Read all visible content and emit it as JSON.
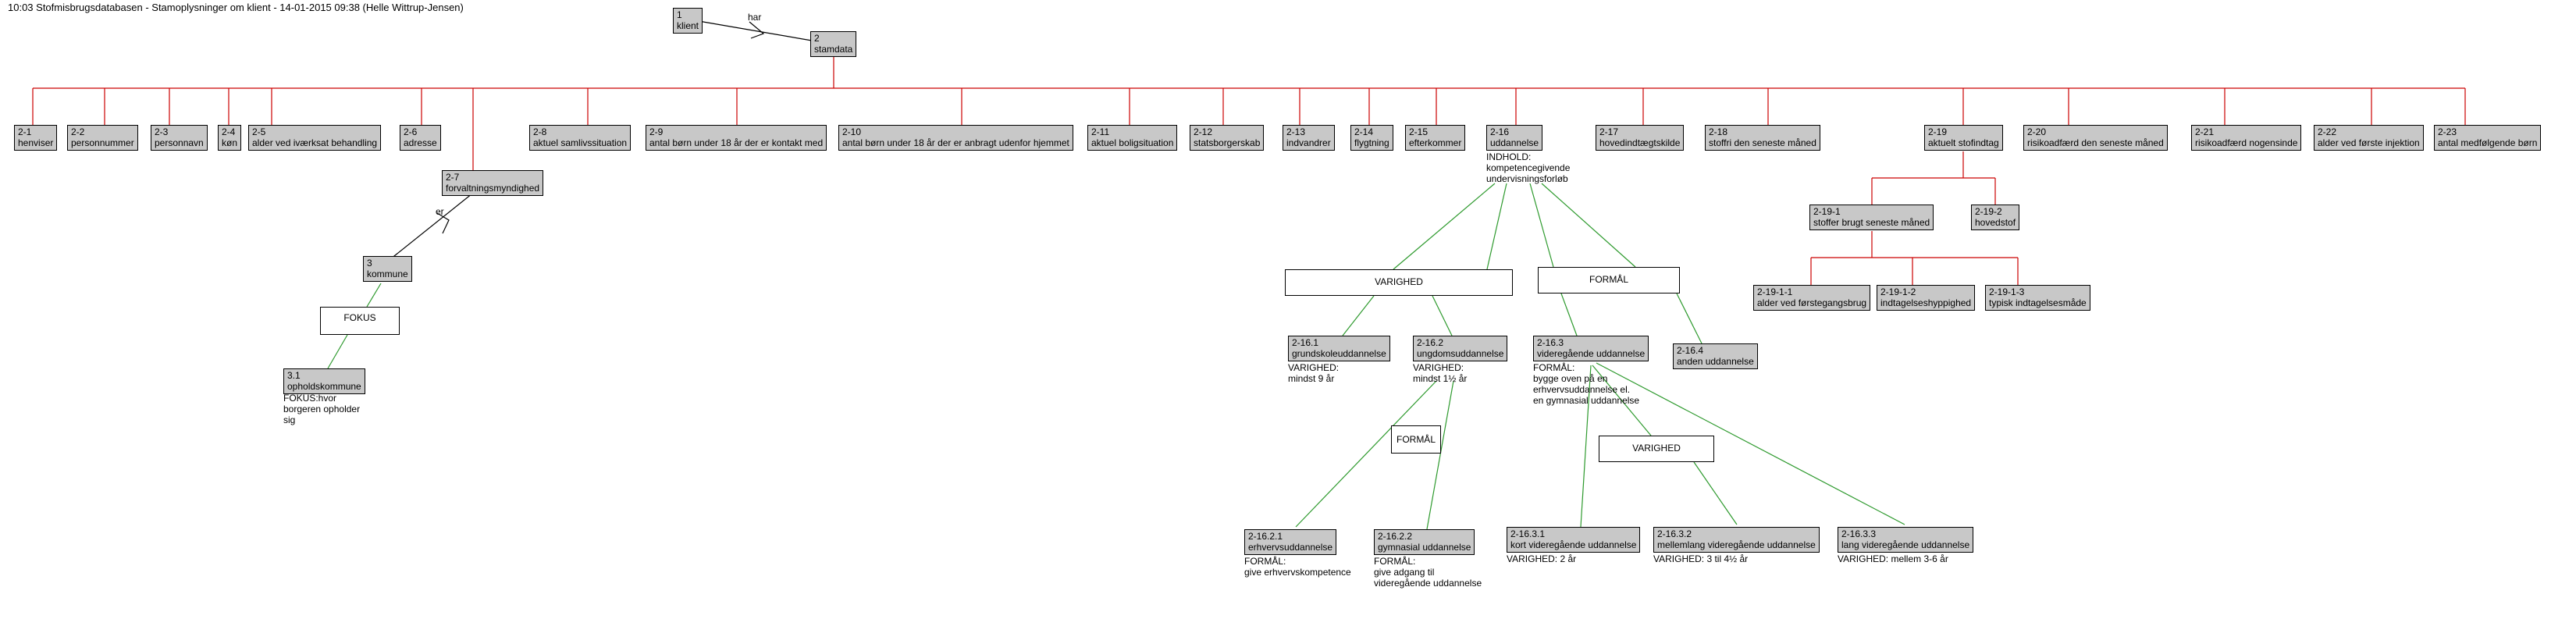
{
  "header": "10:03 Stofmisbrugsdatabasen - Stamoplysninger om klient - 14-01-2015 09:38 (Helle Wittrup-Jensen)",
  "colors": {
    "box_fill": "#c8c8c8",
    "box_border": "#000000",
    "red_link": "#cc0000",
    "green_link": "#2e9a2e",
    "dark_link": "#000000"
  },
  "edge_labels": {
    "har": "har",
    "er": "er"
  },
  "nodes": {
    "n1": {
      "id": "1",
      "label": "klient"
    },
    "n2": {
      "id": "2",
      "label": "stamdata"
    },
    "n2_1": {
      "id": "2-1",
      "label": "henviser"
    },
    "n2_2": {
      "id": "2-2",
      "label": "personnummer"
    },
    "n2_3": {
      "id": "2-3",
      "label": "personnavn"
    },
    "n2_4": {
      "id": "2-4",
      "label": "køn"
    },
    "n2_5": {
      "id": "2-5",
      "label": "alder ved iværksat behandling"
    },
    "n2_6": {
      "id": "2-6",
      "label": "adresse"
    },
    "n2_7": {
      "id": "2-7",
      "label": "forvaltningsmyndighed"
    },
    "n2_8": {
      "id": "2-8",
      "label": "aktuel samlivssituation"
    },
    "n2_9": {
      "id": "2-9",
      "label": "antal børn under 18 år der er kontakt med"
    },
    "n2_10": {
      "id": "2-10",
      "label": "antal børn under 18 år der er anbragt udenfor hjemmet"
    },
    "n2_11": {
      "id": "2-11",
      "label": "aktuel boligsituation"
    },
    "n2_12": {
      "id": "2-12",
      "label": "statsborgerskab"
    },
    "n2_13": {
      "id": "2-13",
      "label": "indvandrer"
    },
    "n2_14": {
      "id": "2-14",
      "label": "flygtning"
    },
    "n2_15": {
      "id": "2-15",
      "label": "efterkommer"
    },
    "n2_16": {
      "id": "2-16",
      "label": "uddannelse"
    },
    "n2_17": {
      "id": "2-17",
      "label": "hovedindtægtskilde"
    },
    "n2_18": {
      "id": "2-18",
      "label": "stoffri den seneste måned"
    },
    "n2_19": {
      "id": "2-19",
      "label": "aktuelt stofindtag"
    },
    "n2_20": {
      "id": "2-20",
      "label": "risikoadfærd den seneste måned"
    },
    "n2_21": {
      "id": "2-21",
      "label": "risikoadfærd nogensinde"
    },
    "n2_22": {
      "id": "2-22",
      "label": "alder ved første injektion"
    },
    "n2_23": {
      "id": "2-23",
      "label": "antal medfølgende børn"
    },
    "n3": {
      "id": "3",
      "label": "kommune"
    },
    "n3_1": {
      "id": "3.1",
      "label": "opholdskommune"
    },
    "n2_19_1": {
      "id": "2-19-1",
      "label": "stoffer brugt seneste måned"
    },
    "n2_19_2": {
      "id": "2-19-2",
      "label": "hovedstof"
    },
    "n2_19_1_1": {
      "id": "2-19-1-1",
      "label": "alder ved førstegangsbrug"
    },
    "n2_19_1_2": {
      "id": "2-19-1-2",
      "label": "indtagelseshyppighed"
    },
    "n2_19_1_3": {
      "id": "2-19-1-3",
      "label": "typisk indtagelsesmåde"
    },
    "n2_16_1": {
      "id": "2-16.1",
      "label": "grundskoleuddannelse"
    },
    "n2_16_2": {
      "id": "2-16.2",
      "label": "ungdomsuddannelse"
    },
    "n2_16_3": {
      "id": "2-16.3",
      "label": "videregående uddannelse"
    },
    "n2_16_4": {
      "id": "2-16.4",
      "label": "anden uddannelse"
    },
    "n2_16_2_1": {
      "id": "2-16.2.1",
      "label": "erhvervsuddannelse"
    },
    "n2_16_2_2": {
      "id": "2-16.2.2",
      "label": "gymnasial uddannelse"
    },
    "n2_16_3_1": {
      "id": "2-16.3.1",
      "label": "kort videregående uddannelse"
    },
    "n2_16_3_2": {
      "id": "2-16.3.2",
      "label": "mellemlang videregående uddannelse"
    },
    "n2_16_3_3": {
      "id": "2-16.3.3",
      "label": "lang videregående uddannelse"
    }
  },
  "groups": {
    "fokus": "FOKUS",
    "varighed_a": "VARIGHED",
    "formaal_a": "FORMÅL",
    "formaal_b": "FORMÅL",
    "varighed_b": "VARIGHED"
  },
  "notes": {
    "n3_1": [
      "FOKUS:hvor",
      "borgeren opholder",
      "sig"
    ],
    "n2_16": [
      "INDHOLD:",
      "kompetencegivende",
      "undervisningsforløb"
    ],
    "n2_16_1": [
      "VARIGHED:",
      "mindst 9 år"
    ],
    "n2_16_2": [
      "VARIGHED:",
      "mindst 1½ år"
    ],
    "n2_16_3": [
      "FORMÅL:",
      "bygge oven på en",
      "erhvervsuddannelse el.",
      "en gymnasial uddannelse"
    ],
    "n2_16_2_1": [
      "FORMÅL:",
      "give erhvervskompetence"
    ],
    "n2_16_2_2": [
      "FORMÅL:",
      "give adgang til",
      "videregående uddannelse"
    ],
    "n2_16_3_1": [
      "VARIGHED: 2 år"
    ],
    "n2_16_3_2": [
      "VARIGHED: 3 til 4½ år"
    ],
    "n2_16_3_3": [
      "VARIGHED: mellem 3-6 år"
    ]
  }
}
